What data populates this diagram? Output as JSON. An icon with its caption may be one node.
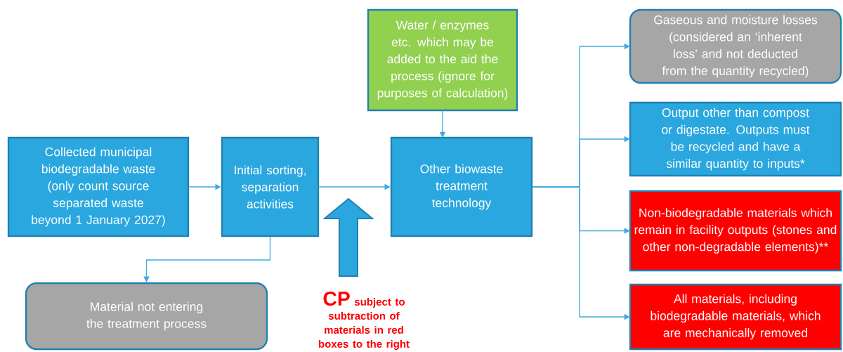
{
  "diagram": {
    "nodes": [
      {
        "text": [
          "Collected municipal biodegradable waste (only count source separated waste beyond 1 January 2027)"
        ]
      },
      {
        "text": [
          "Initial sorting, separation activities"
        ]
      },
      {
        "text": [
          "Water / enzymes etc. which may be added to the aid the process (ignore for purposes of calculation)"
        ]
      },
      {
        "text": [
          "Other biowaste treatment technology"
        ]
      },
      {
        "text": [
          "Gaseous and moisture losses (considered an ‘inherent loss’ and not deducted from the quantity recycled)"
        ]
      },
      {
        "text": [
          "Output other than compost or digestate. Outputs must be recycled and have a similar quantity to inputs*"
        ]
      },
      {
        "text": [
          "Non-biodegradable materials which remain in facility outputs (stones and other non-degradable elements)**"
        ]
      },
      {
        "text": [
          "All materials, including biodegradable materials, which are mechanically removed"
        ]
      },
      {
        "text": [
          "Material not entering the treatment process"
        ]
      },
      {
        "text": [
          "CP",
          "subject to subtraction of materials in red boxes to the right"
        ]
      }
    ],
    "edges": [
      {
        "from": 0,
        "to": 1,
        "arrow": "to"
      },
      {
        "from": 1,
        "to": 3,
        "arrow": "to"
      },
      {
        "from": 2,
        "to": 3,
        "arrow": "to"
      },
      {
        "from": 3,
        "to": 4,
        "arrow": "to"
      },
      {
        "from": 3,
        "to": 5,
        "arrow": "to"
      },
      {
        "from": 3,
        "to": 6,
        "arrow": "to"
      },
      {
        "from": 3,
        "to": 7,
        "arrow": "to"
      },
      {
        "from": 1,
        "to": 8,
        "arrow": "to"
      },
      {
        "from": 9,
        "to": null,
        "arrow": "to",
        "style": "thick"
      }
    ]
  }
}
